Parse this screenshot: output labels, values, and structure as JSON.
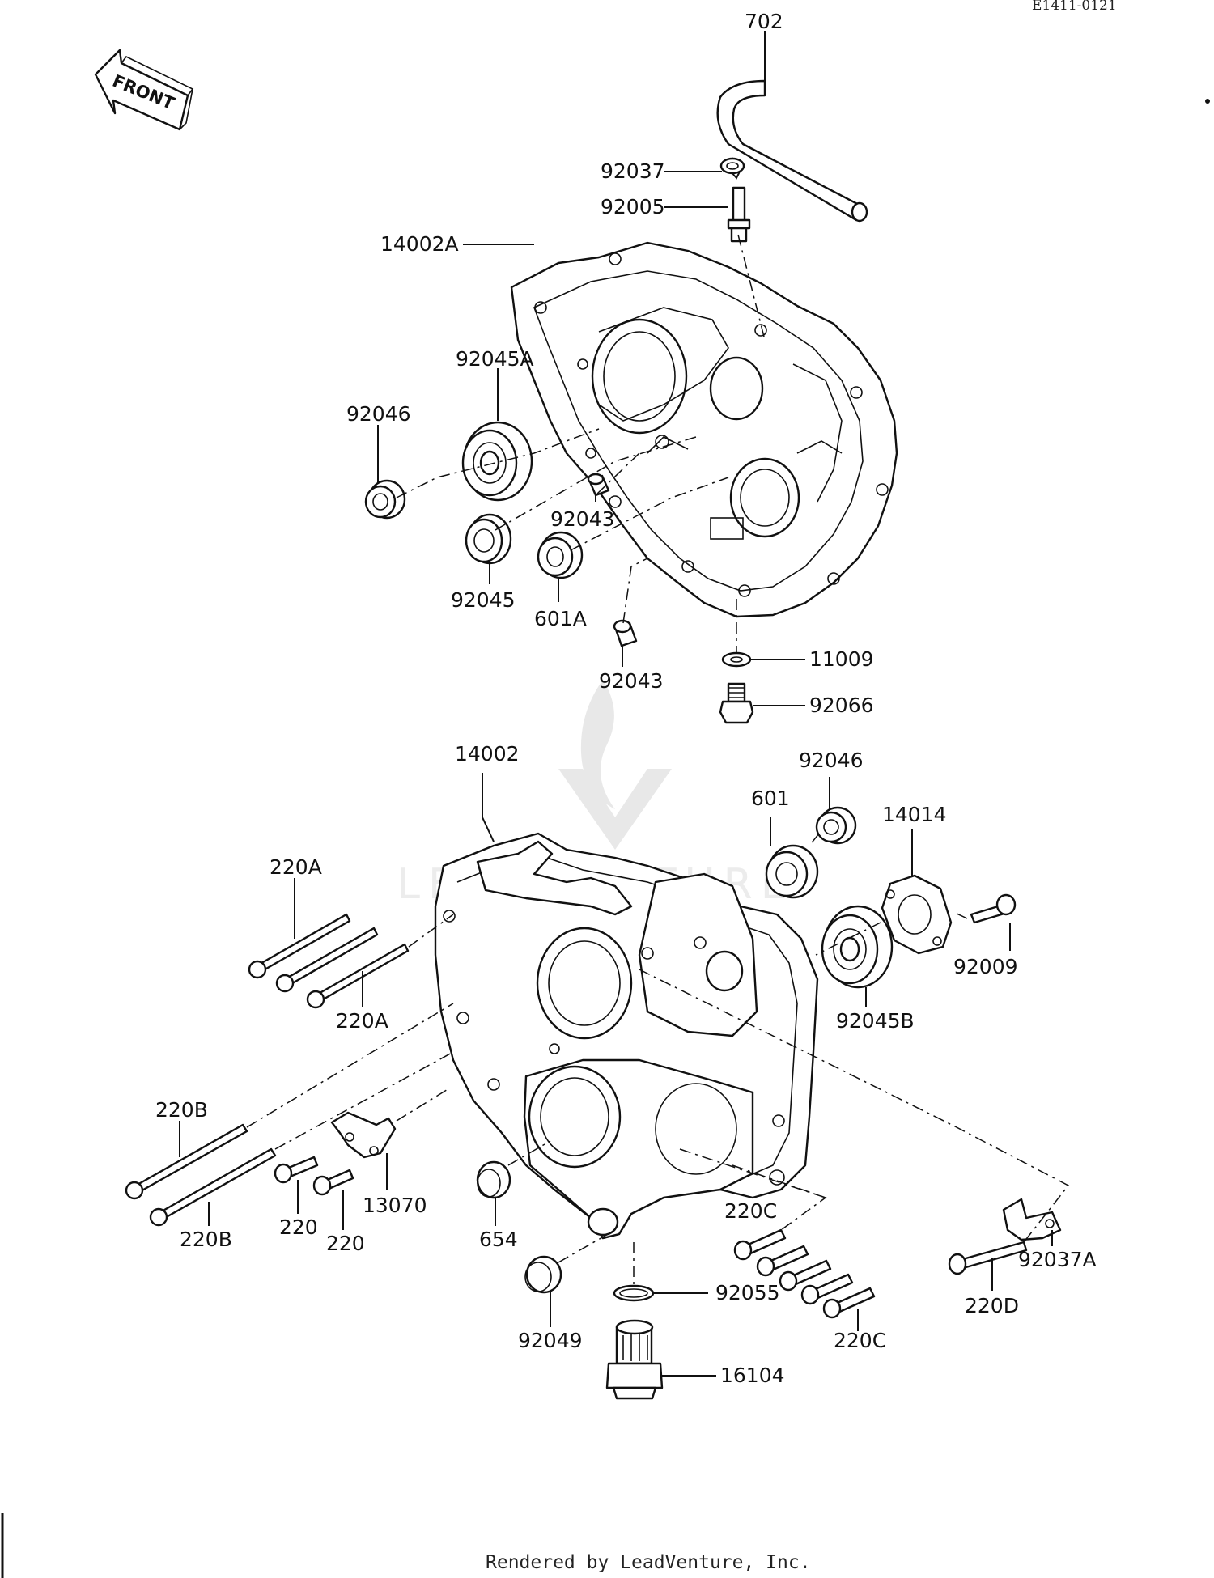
{
  "drawing_code": "E1411-0121",
  "front_label": "FRONT",
  "footer": "Rendered by LeadVenture, Inc.",
  "watermark": "LEADVENTURE",
  "labels": {
    "702": "702",
    "92037": "92037",
    "92005": "92005",
    "14002A": "14002A",
    "92045A": "92045A",
    "92046_top": "92046",
    "92043_a": "92043",
    "92045": "92045",
    "601A": "601A",
    "92043_b": "92043",
    "11009": "11009",
    "92066": "92066",
    "14002": "14002",
    "92046_bot": "92046",
    "601": "601",
    "14014": "14014",
    "220A_top": "220A",
    "220A_bot": "220A",
    "92009": "92009",
    "92045B": "92045B",
    "220B_top": "220B",
    "220B_bot": "220B",
    "220_a": "220",
    "220_b": "220",
    "13070": "13070",
    "654": "654",
    "220C_top": "220C",
    "220C_bot": "220C",
    "92037A": "92037A",
    "220D": "220D",
    "92049": "92049",
    "92055": "92055",
    "16104": "16104"
  }
}
